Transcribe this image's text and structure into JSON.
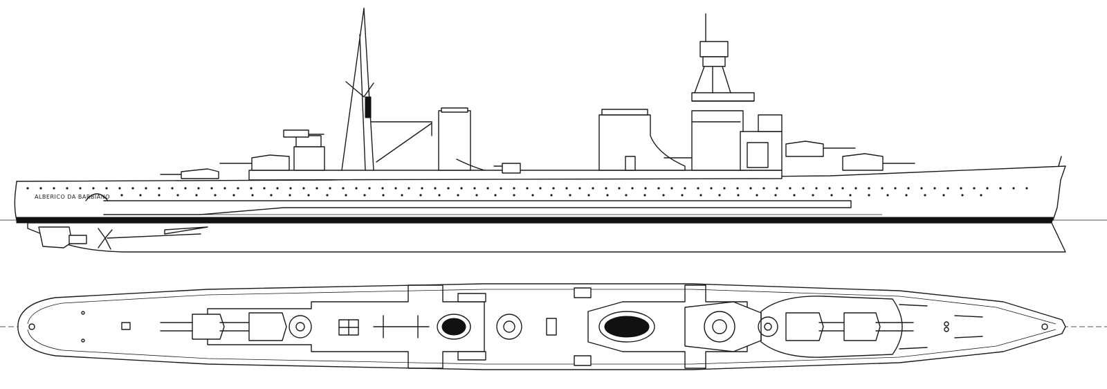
{
  "drawing": {
    "hull_name": "ALBERICO DA BARBIANO",
    "views": [
      "profile",
      "plan"
    ]
  },
  "colors": {
    "ink": "#1a1a1a",
    "paper": "#ffffff"
  }
}
